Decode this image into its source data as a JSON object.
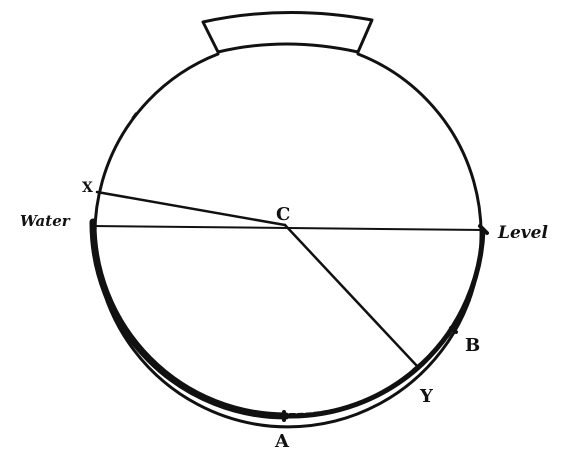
{
  "labels": {
    "water": "Water",
    "level": "Level",
    "center": "C",
    "x": "X",
    "y": "Y",
    "a": "A",
    "b": "B"
  },
  "colors": {
    "ink": "#111111",
    "background": "#ffffff"
  }
}
